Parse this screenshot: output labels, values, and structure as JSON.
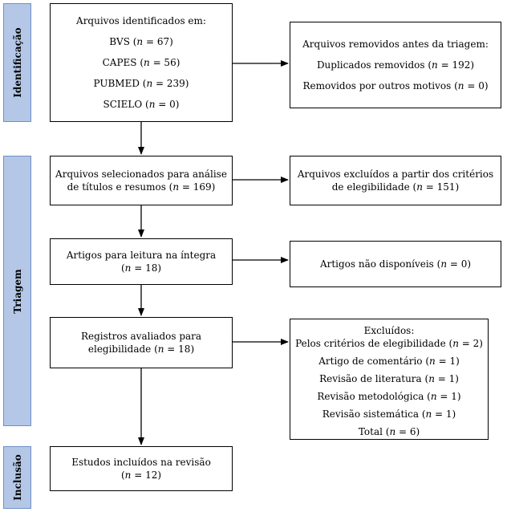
{
  "phases": {
    "identification": "Identificação",
    "screening": "Triagem",
    "inclusion": "Inclusão"
  },
  "boxes": {
    "identified": {
      "title": "Arquivos identificados em:",
      "bvs": {
        "pre": "BVS (",
        "n": "n",
        "post": " = 67)"
      },
      "capes": {
        "pre": "CAPES (",
        "n": "n",
        "post": " = 56)"
      },
      "pubmed": {
        "pre": "PUBMED (",
        "n": "n",
        "post": " = 239)"
      },
      "scielo": {
        "pre": "SCIELO (",
        "n": "n",
        "post": " = 0)"
      }
    },
    "removed": {
      "title": "Arquivos removidos antes da triagem:",
      "duplicates": {
        "pre": "Duplicados removidos (",
        "n": "n",
        "post": " = 192)"
      },
      "other": {
        "pre": "Removidos por outros motivos (",
        "n": "n",
        "post": " = 0)"
      }
    },
    "selected": {
      "line1": "Arquivos selecionados para análise",
      "line2": {
        "pre": "de títulos e resumos (",
        "n": "n",
        "post": " = 169)"
      }
    },
    "excluded_criteria": {
      "line1": "Arquivos excluídos a partir dos critérios",
      "line2": {
        "pre": "de elegibilidade (",
        "n": "n",
        "post": " = 151)"
      }
    },
    "fulltext": {
      "line1": "Artigos para leitura na íntegra",
      "line2": {
        "pre": "(",
        "n": "n",
        "post": " = 18)"
      }
    },
    "unavailable": {
      "line1": {
        "pre": "Artigos não disponíveis (",
        "n": "n",
        "post": " = 0)"
      }
    },
    "assessed": {
      "line1": "Registros avaliados para",
      "line2": {
        "pre": "elegibilidade (",
        "n": "n",
        "post": " = 18)"
      }
    },
    "excluded": {
      "title": "Excluídos:",
      "criteria": {
        "pre": "Pelos critérios de elegibilidade (",
        "n": "n",
        "post": " = 2)"
      },
      "comment": {
        "pre": "Artigo de comentário (",
        "n": "n",
        "post": " = 1)"
      },
      "literature": {
        "pre": "Revisão de literatura (",
        "n": "n",
        "post": " = 1)"
      },
      "methodological": {
        "pre": "Revisão metodológica (",
        "n": "n",
        "post": " = 1)"
      },
      "systematic": {
        "pre": "Revisão sistemática (",
        "n": "n",
        "post": " = 1)"
      },
      "total": {
        "pre": "Total (",
        "n": "n",
        "post": " = 6)"
      }
    },
    "included": {
      "line1": "Estudos incluídos na revisão",
      "line2": {
        "pre": "(",
        "n": "n",
        "post": " = 12)"
      }
    }
  },
  "colors": {
    "phase_fill": "#b4c7e7",
    "phase_border": "#6f8fc7",
    "line": "#000000"
  }
}
